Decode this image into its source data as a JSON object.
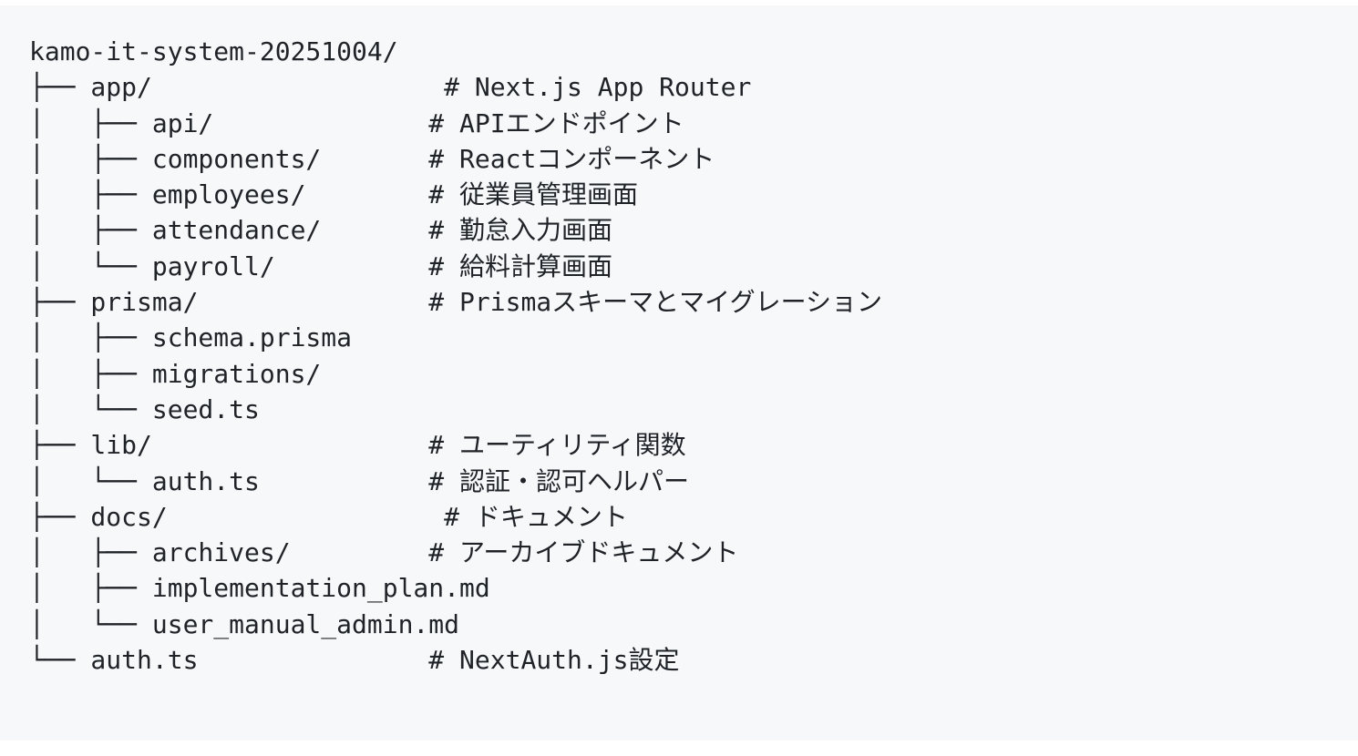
{
  "colors": {
    "page_bg": "#ffffff",
    "block_bg": "#f6f8fa",
    "text": "#1f2328"
  },
  "code_block": {
    "root_dir": "kamo-it-system-20251004/",
    "lines": [
      "kamo-it-system-20251004/",
      "├── app/                   # Next.js App Router",
      "│   ├── api/              # APIエンドポイント",
      "│   ├── components/       # Reactコンポーネント",
      "│   ├── employees/        # 従業員管理画面",
      "│   ├── attendance/       # 勤怠入力画面",
      "│   └── payroll/          # 給料計算画面",
      "├── prisma/               # Prismaスキーマとマイグレーション",
      "│   ├── schema.prisma",
      "│   ├── migrations/",
      "│   └── seed.ts",
      "├── lib/                  # ユーティリティ関数",
      "│   └── auth.ts           # 認証・認可ヘルパー",
      "├── docs/                  # ドキュメント",
      "│   ├── archives/         # アーカイブドキュメント",
      "│   ├── implementation_plan.md",
      "│   └── user_manual_admin.md",
      "└── auth.ts               # NextAuth.js設定"
    ]
  }
}
